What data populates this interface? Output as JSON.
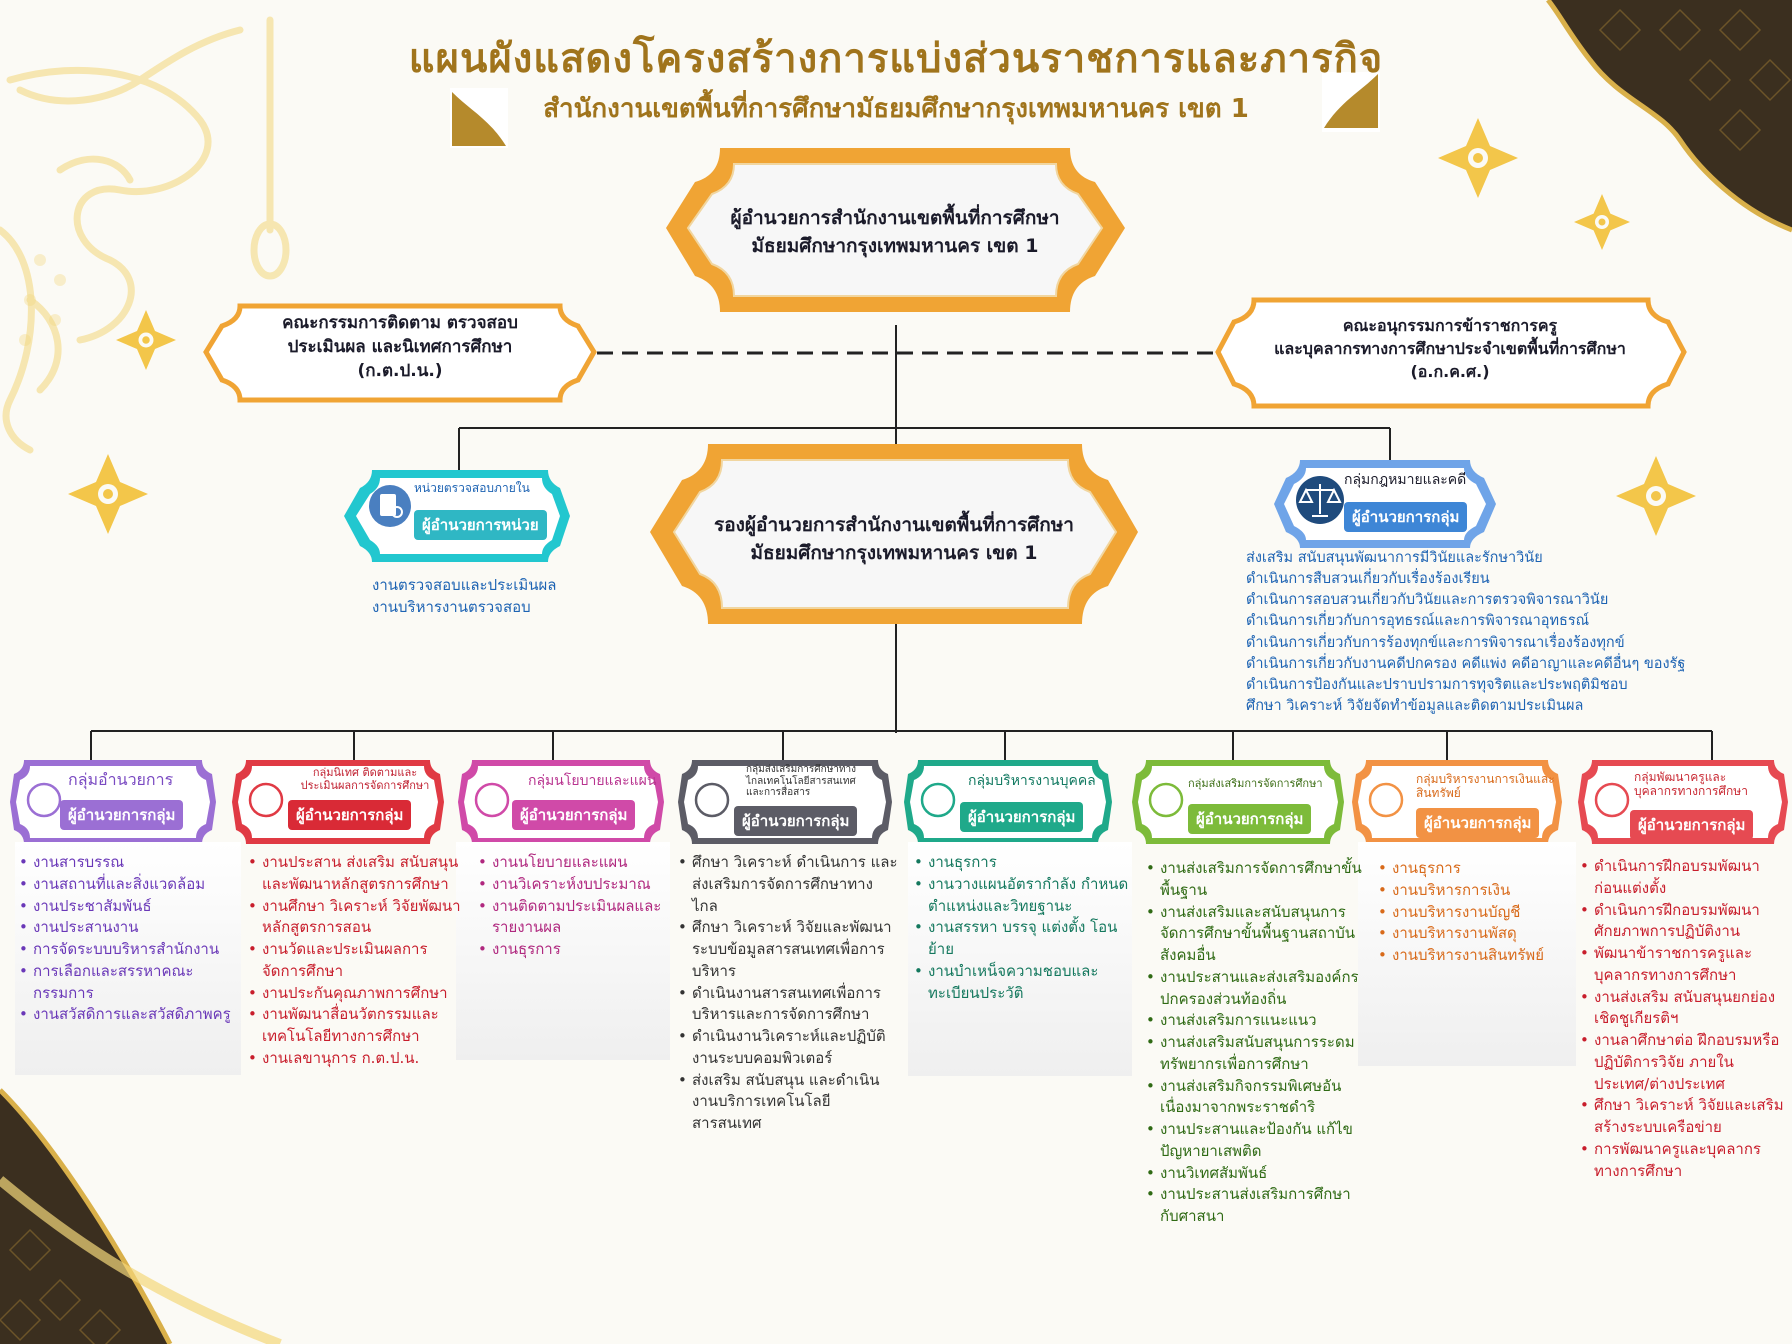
{
  "header": {
    "title": "แผนผังแสดงโครงสร้างการแบ่งส่วนราชการและภารกิจ",
    "subtitle": "สำนักงานเขตพื้นที่การศึกษามัธยมศึกษากรุงเทพมหานคร เขต 1"
  },
  "director": {
    "line1": "ผู้อำนวยการสำนักงานเขตพื้นที่การศึกษา",
    "line2": "มัธยมศึกษากรุงเทพมหานคร เขต 1"
  },
  "deputy": {
    "line1": "รองผู้อำนวยการสำนักงานเขตพื้นที่การศึกษา",
    "line2": "มัธยมศึกษากรุงเทพมหานคร เขต 1"
  },
  "committee_left": {
    "line1": "คณะกรรมการติดตาม ตรวจสอบ",
    "line2": "ประเมินผล และนิเทศการศึกษา",
    "line3": "(ก.ต.ป.น.)"
  },
  "committee_right": {
    "line1": "คณะอนุกรรมการข้าราชการครู",
    "line2": "และบุคลากรทางการศึกษาประจำเขตพื้นที่การศึกษา",
    "line3": "(อ.ก.ค.ศ.)"
  },
  "audit_unit": {
    "title": "หน่วยตรวจสอบภายใน",
    "chip": "ผู้อำนวยการหน่วย",
    "items": [
      "งานตรวจสอบและประเมินผล",
      "งานบริหารงานตรวจสอบ"
    ]
  },
  "legal_group": {
    "title": "กลุ่มกฎหมายและคดี",
    "chip": "ผู้อำนวยการกลุ่ม",
    "items": [
      "ส่งเสริม สนับสนุนพัฒนาการมีวินัยและรักษาวินัย",
      "ดำเนินการสืบสวนเกี่ยวกับเรื่องร้องเรียน",
      "ดำเนินการสอบสวนเกี่ยวกับวินัยและการตรวจพิจารณาวินัย",
      "ดำเนินการเกี่ยวกับการอุทธรณ์และการพิจารณาอุทธรณ์",
      "ดำเนินการเกี่ยวกับการร้องทุกข์และการพิจารณาเรื่องร้องทุกข์",
      "ดำเนินการเกี่ยวกับงานคดีปกครอง คดีแพ่ง คดีอาญาและคดีอื่นๆ ของรัฐ",
      "ดำเนินการป้องกันและปราบปรามการทุจริตและประพฤติมิชอบ",
      "ศึกษา วิเคราะห์ วิจัยจัดทำข้อมูลและติดตามประเมินผล"
    ]
  },
  "groups": [
    {
      "title": "กลุ่มอำนวยการ",
      "chip": "ผู้อำนวยการกลุ่ม",
      "color": "#9b6fd4",
      "items": [
        "งานสารบรรณ",
        "งานสถานที่และสิ่งแวดล้อม",
        "งานประชาสัมพันธ์",
        "งานประสานงาน",
        "การจัดระบบบริหารสำนักงาน",
        "การเลือกและสรรหาคณะกรรมการ",
        "งานสวัสดิการและสวัสดิภาพครู"
      ]
    },
    {
      "title": "กลุ่มนิเทศ ติดตามและประเมินผลการจัดการศึกษา",
      "chip": "ผู้อำนวยการกลุ่ม",
      "color": "#e03a44",
      "items": [
        "งานประสาน ส่งเสริม สนับสนุนและพัฒนาหลักสูตรการศึกษา",
        "งานศึกษา วิเคราะห์ วิจัยพัฒนา หลักสูตรการสอน",
        "งานวัดและประเมินผลการจัดการศึกษา",
        "งานประกันคุณภาพการศึกษา",
        "งานพัฒนาสื่อนวัตกรรมและเทคโนโลยีทางการศึกษา",
        "งานเลขานุการ ก.ต.ป.น."
      ]
    },
    {
      "title": "กลุ่มนโยบายและแผน",
      "chip": "ผู้อำนวยการกลุ่ม",
      "color": "#d04aa8",
      "items": [
        "งานนโยบายและแผน",
        "งานวิเคราะห์งบประมาณ",
        "งานติดตามประเมินผลและรายงานผล",
        "งานธุรการ"
      ]
    },
    {
      "title": "กลุ่มส่งเสริมการศึกษาทางไกลเทคโนโลยีสารสนเทศและการสื่อสาร",
      "chip": "ผู้อำนวยการกลุ่ม",
      "color": "#5c5c66",
      "items": [
        "ศึกษา วิเคราะห์ ดำเนินการ และส่งเสริมการจัดการศึกษาทางไกล",
        "ศึกษา วิเคราะห์ วิจัยและพัฒนาระบบข้อมูลสารสนเทศเพื่อการบริหาร",
        "ดำเนินงานสารสนเทศเพื่อการบริหารและการจัดการศึกษา",
        "ดำเนินงานวิเคราะห์และปฏิบัติงานระบบคอมพิวเตอร์",
        "ส่งเสริม สนับสนุน และดำเนินงานบริการเทคโนโลยีสารสนเทศ"
      ]
    },
    {
      "title": "กลุ่มบริหารงานบุคคล",
      "chip": "ผู้อำนวยการกลุ่ม",
      "color": "#1fa98a",
      "items": [
        "งานธุรการ",
        "งานวางแผนอัตรากำลัง กำหนดตำแหน่งและวิทยฐานะ",
        "งานสรรหา บรรจุ แต่งตั้ง โอน ย้าย",
        "งานบำเหน็จความชอบและทะเบียนประวัติ"
      ]
    },
    {
      "title": "กลุ่มส่งเสริมการจัดการศึกษา",
      "chip": "ผู้อำนวยการกลุ่ม",
      "color": "#7dbb3a",
      "items": [
        "งานส่งเสริมการจัดการศึกษาขั้นพื้นฐาน",
        "งานส่งเสริมและสนับสนุนการจัดการศึกษาขั้นพื้นฐานสถาบันสังคมอื่น",
        "งานประสานและส่งเสริมองค์กรปกครองส่วนท้องถิ่น",
        "งานส่งเสริมการแนะแนว",
        "งานส่งเสริมสนับสนุนการระดมทรัพยากรเพื่อการศึกษา",
        "งานส่งเสริมกิจกรรมพิเศษอันเนื่องมาจากพระราชดำริ",
        "งานประสานและป้องกัน แก้ไขปัญหายาเสพติด",
        "งานวิเทศสัมพันธ์",
        "งานประสานส่งเสริมการศึกษากับศาสนา"
      ]
    },
    {
      "title": "กลุ่มบริหารงานการเงินและสินทรัพย์",
      "chip": "ผู้อำนวยการกลุ่ม",
      "color": "#f29244",
      "items": [
        "งานธุรการ",
        "งานบริหารการเงิน",
        "งานบริหารงานบัญชี",
        "งานบริหารงานพัสดุ",
        "งานบริหารงานสินทรัพย์"
      ]
    },
    {
      "title": "กลุ่มพัฒนาครูและบุคลากรทางการศึกษา",
      "chip": "ผู้อำนวยการกลุ่ม",
      "color": "#e64a52",
      "items": [
        "ดำเนินการฝึกอบรมพัฒนาก่อนแต่งตั้ง",
        "ดำเนินการฝึกอบรมพัฒนาศักยภาพการปฏิบัติงาน",
        "พัฒนาข้าราชการครูและบุคลากรทางการศึกษา",
        "งานส่งเสริม สนับสนุนยกย่องเชิดชูเกียรติฯ",
        "งานลาศึกษาต่อ ฝึกอบรมหรือปฏิบัติการวิจัย ภายในประเทศ/ต่างประเทศ",
        "ศึกษา วิเคราะห์ วิจัยและเสริมสร้างระบบเครือข่าย",
        "การพัฒนาครูและบุคลากรทางการศึกษา"
      ]
    }
  ],
  "colors": {
    "gold": "#a0741c",
    "orange": "#f0a434",
    "ink": "#1b1b2a",
    "legal_text": "#1d63b3",
    "audit_text": "#1d63b3"
  },
  "icons": [
    "naga-icon",
    "thai-flower-icon",
    "inspection-icon",
    "scales-icon",
    "group-icon"
  ]
}
